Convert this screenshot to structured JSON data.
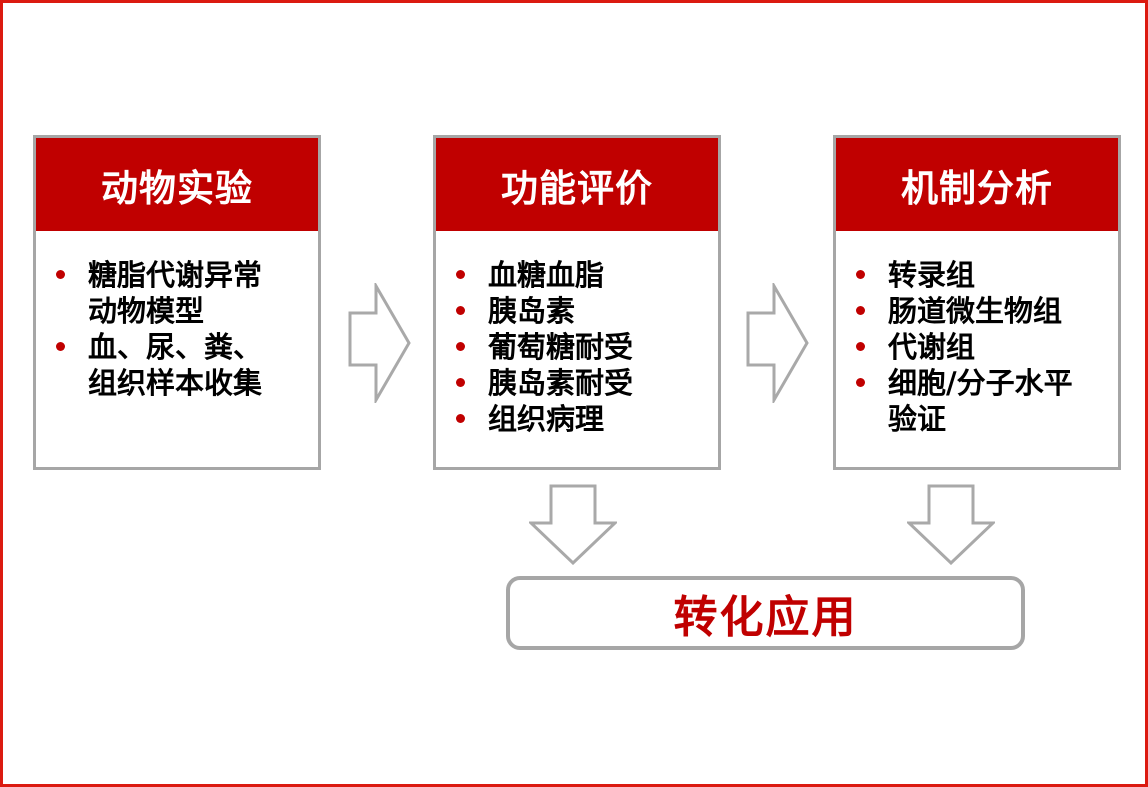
{
  "slide": {
    "stages": [
      {
        "title": "动物实验",
        "bullets": [
          "糖脂代谢异常\n动物模型",
          "血、尿、粪、\n组织样本收集"
        ]
      },
      {
        "title": "功能评价",
        "bullets": [
          "血糖血脂",
          "胰岛素",
          "葡萄糖耐受",
          "胰岛素耐受",
          "组织病理"
        ]
      },
      {
        "title": "机制分析",
        "bullets": [
          "转录组",
          "肠道微生物组",
          "代谢组",
          "细胞/分子水平\n验证"
        ]
      }
    ],
    "result": {
      "label": "转化应用"
    },
    "icons": {
      "between_stage_1_2": "right-block-arrow",
      "between_stage_2_3": "right-block-arrow",
      "stage_2_to_result": "down-block-arrow",
      "stage_3_to_result": "down-block-arrow"
    },
    "colors": {
      "frame_red": "#DB1A10",
      "header_bg": "#C00000",
      "header_text": "#FFFFFF",
      "accent_red": "#C00000",
      "bullet_text": "#000000",
      "box_border_gray": "#A6A6A6",
      "arrow_stroke_gray": "#A9A9A9",
      "background": "#FFFFFF"
    }
  }
}
